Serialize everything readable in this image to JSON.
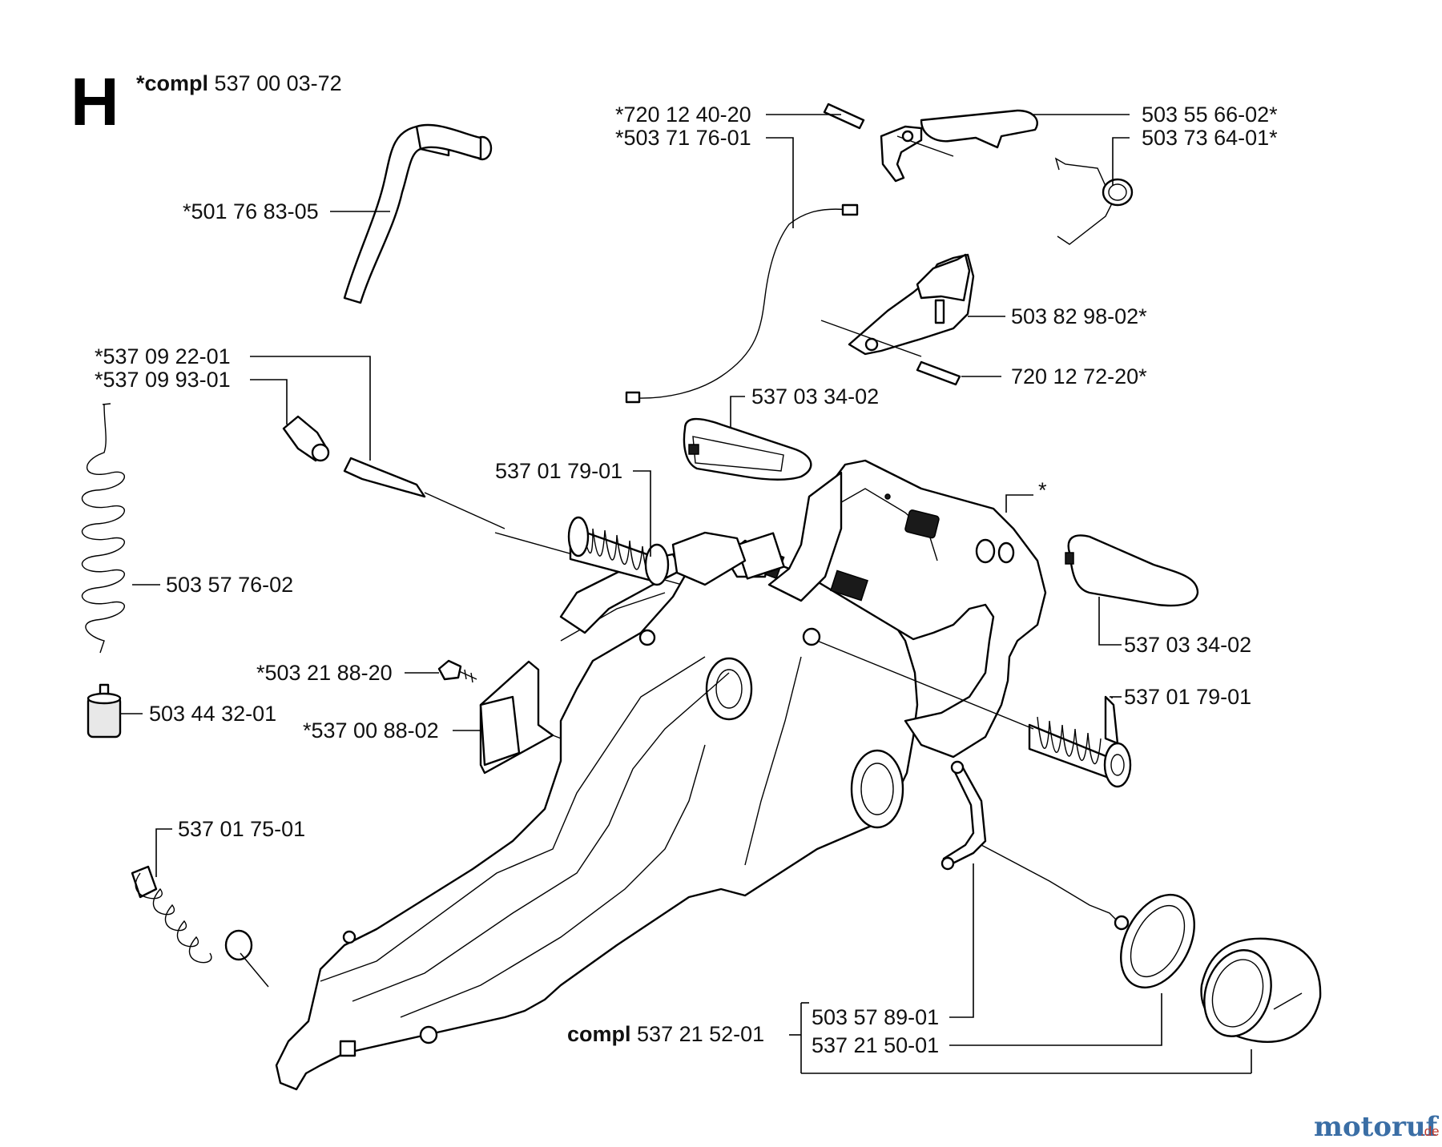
{
  "section_letter": "H",
  "header": {
    "compl_prefix": "*compl",
    "compl_number": "537 00 03-72"
  },
  "labels": {
    "p_720_12_40_20": "*720 12 40-20",
    "p_503_71_76_01": "*503 71 76-01",
    "p_503_55_66_02": "503 55 66-02*",
    "p_503_73_64_01": "503 73 64-01*",
    "p_501_76_83_05": "*501 76 83-05",
    "p_503_82_98_02": "503 82 98-02*",
    "p_720_12_72_20": "720 12 72-20*",
    "p_537_09_22_01": "*537 09 22-01",
    "p_537_09_93_01": "*537 09 93-01",
    "p_537_03_34_02_a": "537 03 34-02",
    "p_537_01_79_01_a": "537 01 79-01",
    "p_star": "*",
    "p_503_57_76_02": "503 57 76-02",
    "p_537_03_34_02_b": "537 03 34-02",
    "p_503_21_88_20": "*503 21 88-20",
    "p_537_01_79_01_b": "537 01 79-01",
    "p_503_44_32_01": "503 44 32-01",
    "p_537_00_88_02": "*537 00 88-02",
    "p_537_01_75_01": "537 01 75-01",
    "p_503_57_89_01": "503 57 89-01",
    "p_537_21_50_01": "537 21 50-01"
  },
  "footer_compl": {
    "prefix": "compl",
    "number": "537 21 52-01"
  },
  "watermark": {
    "text_main": "motoruf",
    "text_suffix": ".de"
  }
}
